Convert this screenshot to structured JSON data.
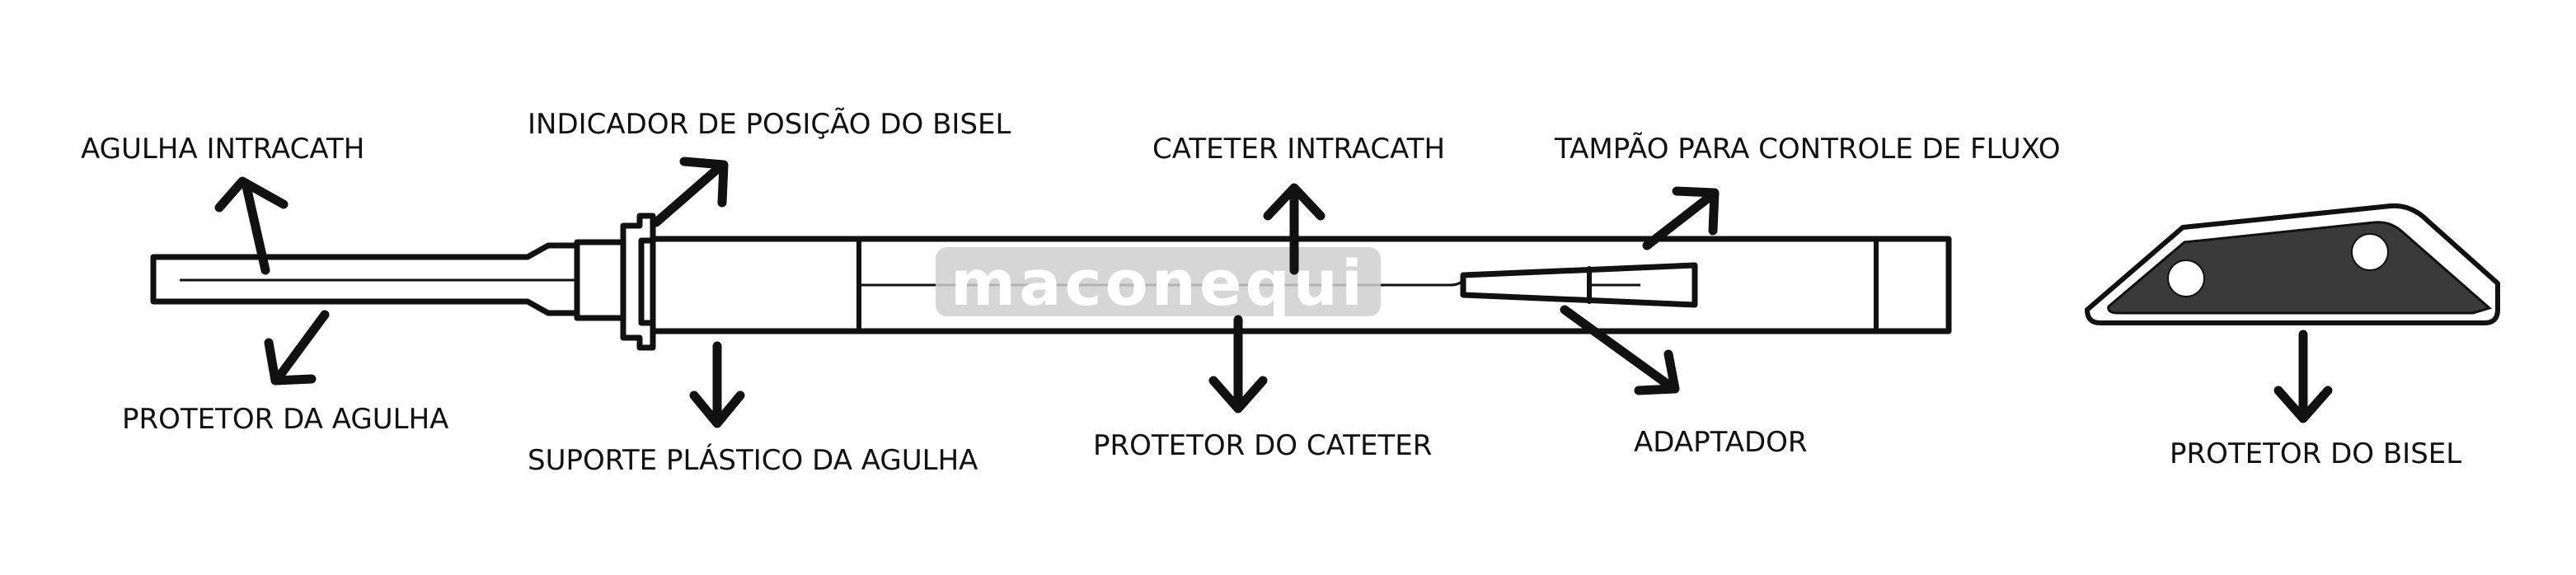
{
  "labels": {
    "agulha_intracath": "AGULHA INTRACATH",
    "protetor_agulha": "PROTETOR DA AGULHA",
    "indicador_bisel": "INDICADOR DE POSIÇÃO DO BISEL",
    "suporte_plastico": "SUPORTE PLÁSTICO DA AGULHA",
    "cateter_intracath": "CATETER INTRACATH",
    "protetor_cateter": "PROTETOR DO CATETER",
    "tampao_fluxo": "TAMPÃO PARA CONTROLE DE FLUXO",
    "adaptador": "ADAPTADOR",
    "protetor_bisel": "PROTETOR DO BISEL"
  },
  "watermark": {
    "text": "maconequi"
  },
  "colors": {
    "ink": "#111111",
    "watermark_box": "#cfcfcf",
    "background": "#ffffff"
  }
}
